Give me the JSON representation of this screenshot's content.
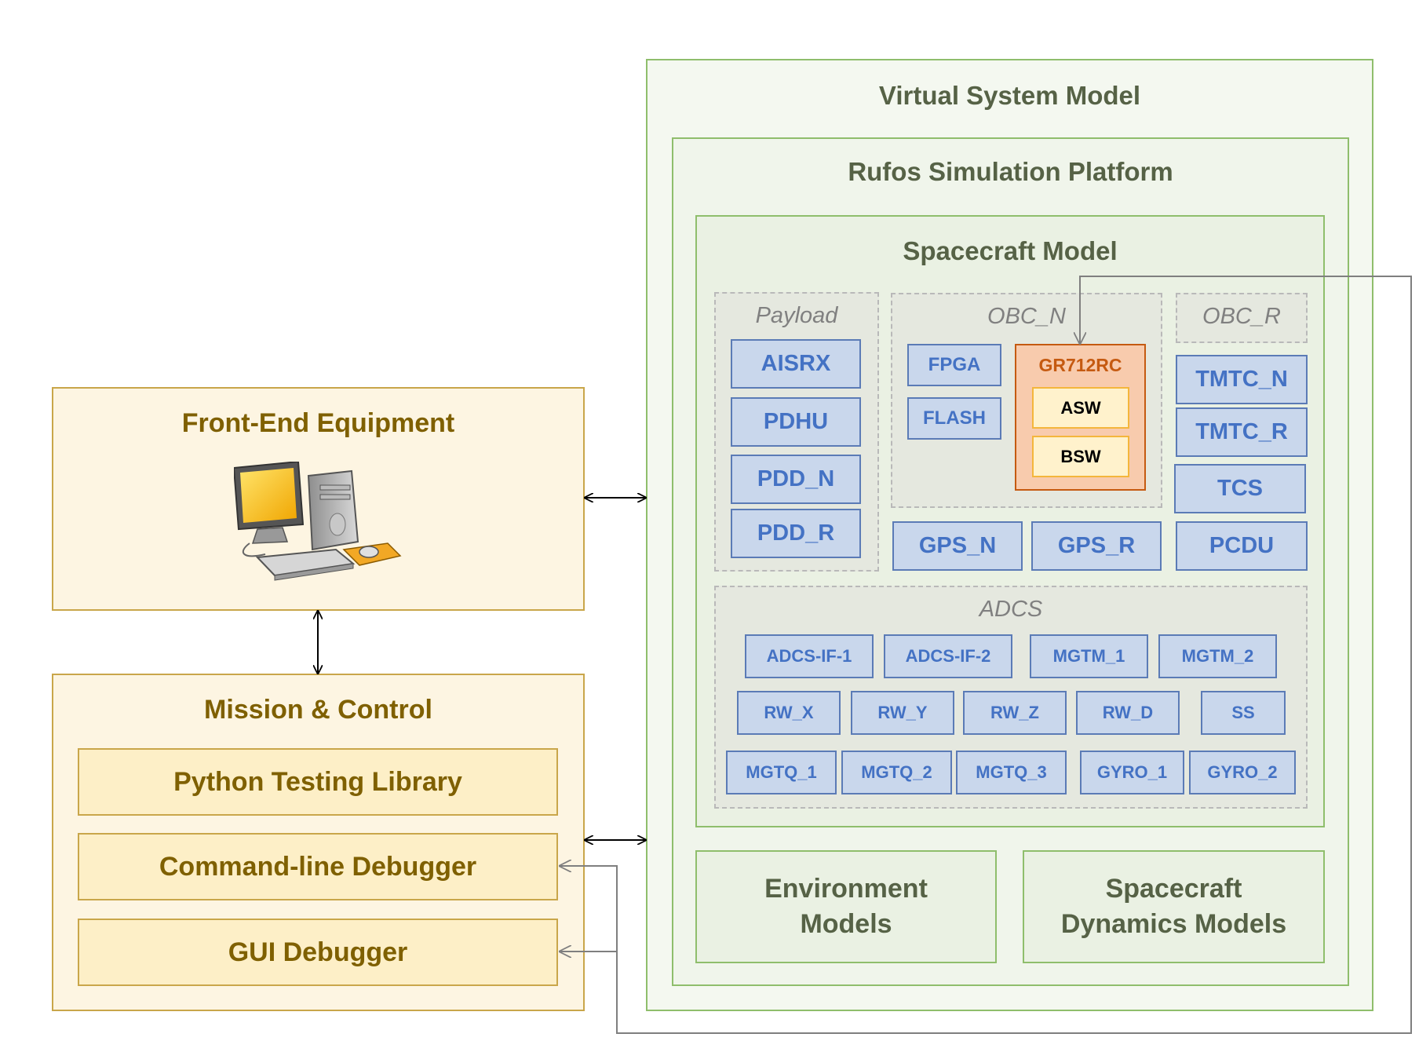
{
  "virtual_system_model": {
    "title": "Virtual System Model"
  },
  "rufos_platform": {
    "title": "Rufos Simulation Platform"
  },
  "spacecraft_model": {
    "title": "Spacecraft Model",
    "payload": {
      "title": "Payload",
      "items": [
        "AISRX",
        "PDHU",
        "PDD_N",
        "PDD_R"
      ]
    },
    "obc_n": {
      "title": "OBC_N",
      "fpga": "FPGA",
      "flash": "FLASH",
      "gr712rc": {
        "title": "GR712RC",
        "asw": "ASW",
        "bsw": "BSW"
      }
    },
    "obc_r": {
      "title": "OBC_R"
    },
    "right_column": [
      "TMTC_N",
      "TMTC_R",
      "TCS",
      "PCDU"
    ],
    "gps": [
      "GPS_N",
      "GPS_R"
    ],
    "adcs": {
      "title": "ADCS",
      "row1": [
        "ADCS-IF-1",
        "ADCS-IF-2",
        "MGTM_1",
        "MGTM_2"
      ],
      "row2": [
        "RW_X",
        "RW_Y",
        "RW_Z",
        "RW_D",
        "SS"
      ],
      "row3": [
        "MGTQ_1",
        "MGTQ_2",
        "MGTQ_3",
        "GYRO_1",
        "GYRO_2"
      ]
    }
  },
  "environment_models": {
    "line1": "Environment",
    "line2": "Models"
  },
  "dynamics_models": {
    "line1": "Spacecraft",
    "line2": "Dynamics Models"
  },
  "front_end": {
    "title": "Front-End Equipment",
    "icon": "desktop-computer-icon"
  },
  "mission_control": {
    "title": "Mission & Control",
    "items": [
      "Python Testing Library",
      "Command-line Debugger",
      "GUI Debugger"
    ]
  },
  "colors": {
    "green_border": "#8fbe6c",
    "blue_box": "#c9d7ec",
    "blue_text": "#4472c4",
    "olive_text": "#7f6000",
    "orange": "#c55a11",
    "yellow_fill": "#fff2cc"
  }
}
